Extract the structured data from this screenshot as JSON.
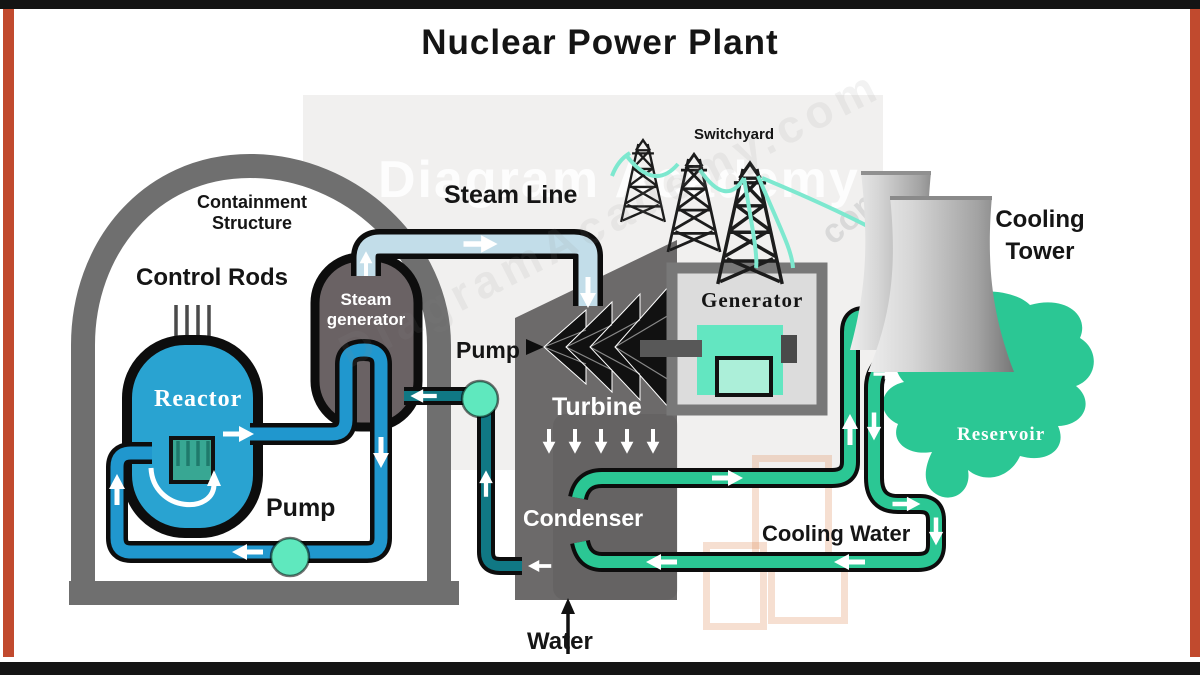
{
  "title": "Nuclear Power Plant",
  "labels": {
    "containment": "Containment Structure",
    "control_rods": "Control Rods",
    "reactor": "Reactor",
    "steam_generator": "Steam generator",
    "steam_line": "Steam Line",
    "pump": "Pump",
    "turbine": "Turbine",
    "condenser": "Condenser",
    "generator": "Generator",
    "switchyard": "Switchyard",
    "cooling_tower": "Cooling Tower",
    "reservoir": "Reservoir",
    "cooling_water": "Cooling Water",
    "water": "Water"
  },
  "watermark": {
    "brand": "Diagram Academy",
    "suffix": "com",
    "diagonal": "DiagramAcademy.com"
  },
  "colors": {
    "frame_accent": "#C14A2E",
    "frame_dark": "#141414",
    "containment_gray": "#6F6F6F",
    "reactor_blue": "#29A3D1",
    "primary_pipe_blue": "#2097CE",
    "steam_line_blue": "#C2DDE9",
    "feedwater_teal": "#107884",
    "cooling_green": "#2BC794",
    "pump_mint": "#5FE8BE",
    "vessel_gray": "#6A6264",
    "turbine_gray": "#6C6A6A",
    "generator_interior": "#DCDCDC",
    "generator_mint": "#63E6C1",
    "wire_teal": "#7DE8CF"
  }
}
